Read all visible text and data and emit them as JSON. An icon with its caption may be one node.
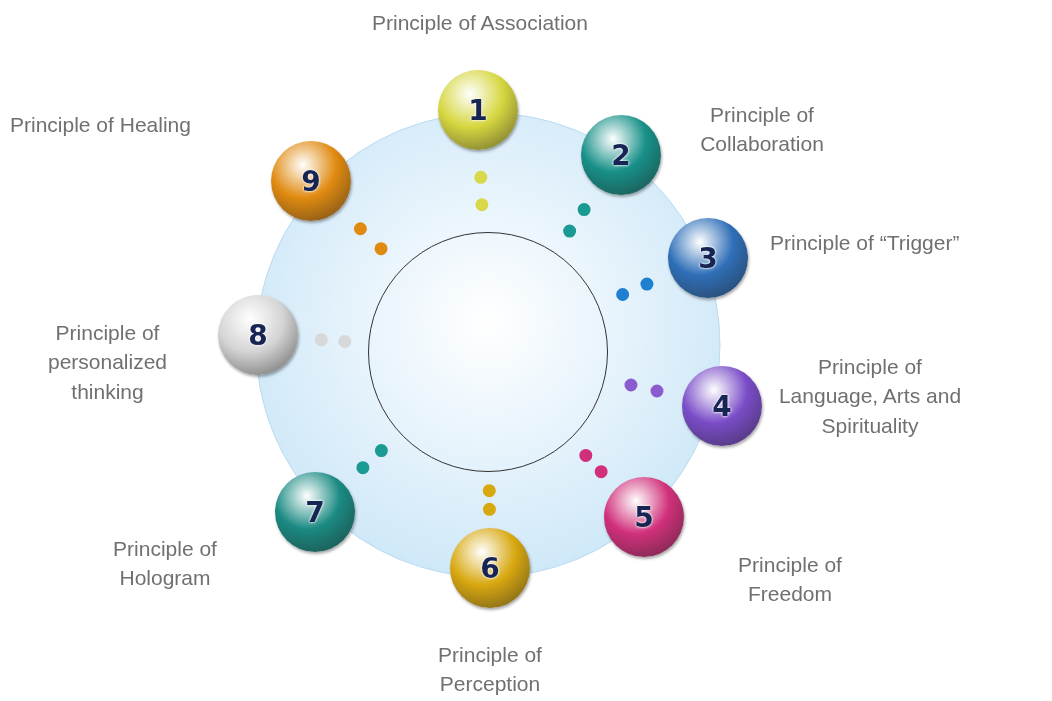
{
  "diagram": {
    "nodes": [
      {
        "text": [],
        "shape": "circle"
      },
      {
        "text": [
          "1"
        ],
        "beside": [
          "Principle of Association"
        ]
      },
      {
        "text": [
          "2"
        ],
        "beside": [
          "Principle of Collaboration"
        ]
      },
      {
        "text": [
          "3"
        ],
        "beside": [
          "Principle of “Trigger”"
        ]
      },
      {
        "text": [
          "4"
        ],
        "beside": [
          "Principle of Language, Arts and Spirituality"
        ]
      },
      {
        "text": [
          "5"
        ],
        "beside": [
          "Principle of Freedom"
        ]
      },
      {
        "text": [
          "6"
        ],
        "beside": [
          "Principle of Perception"
        ]
      },
      {
        "text": [
          "7"
        ],
        "beside": [
          "Principle of Hologram"
        ]
      },
      {
        "text": [
          "8"
        ],
        "beside": [
          "Principle of personalized thinking"
        ]
      },
      {
        "text": [
          "9"
        ],
        "beside": [
          "Principle of Healing"
        ]
      }
    ],
    "edges": [
      {
        "from": 1,
        "to": 0,
        "arrow": "none",
        "style": "dashed",
        "color": "#d8d84a"
      },
      {
        "from": 2,
        "to": 0,
        "arrow": "none",
        "style": "dashed",
        "color": "#1a9a92"
      },
      {
        "from": 3,
        "to": 0,
        "arrow": "none",
        "style": "dashed",
        "color": "#1f7fd0"
      },
      {
        "from": 4,
        "to": 0,
        "arrow": "none",
        "style": "dashed",
        "color": "#8a5cd0"
      },
      {
        "from": 5,
        "to": 0,
        "arrow": "none",
        "style": "dashed",
        "color": "#d0307a"
      },
      {
        "from": 6,
        "to": 0,
        "arrow": "none",
        "style": "dashed",
        "color": "#d8a810"
      },
      {
        "from": 7,
        "to": 0,
        "arrow": "none",
        "style": "dashed",
        "color": "#1a9a92"
      },
      {
        "from": 8,
        "to": 0,
        "arrow": "none",
        "style": "dashed",
        "color": "#d8d8d8"
      },
      {
        "from": 9,
        "to": 0,
        "arrow": "none",
        "style": "dashed",
        "color": "#e08a10"
      }
    ]
  }
}
